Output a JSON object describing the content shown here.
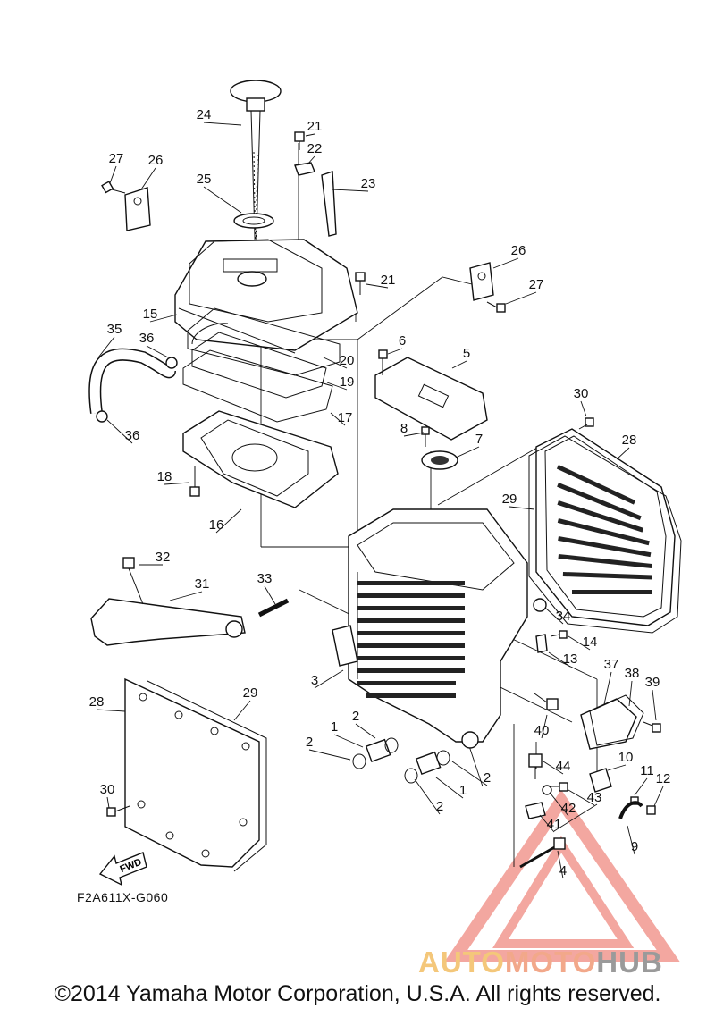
{
  "diagram": {
    "code": "F2A611X-G060",
    "copyright": "©2014 Yamaha Motor Corporation, U.S.A. All rights reserved.",
    "fwd_label": "FWD",
    "watermark": {
      "part1": "AUTO",
      "part2": "MOTO",
      "part3": "HUB"
    },
    "callouts": [
      "24",
      "21",
      "22",
      "23",
      "27",
      "26",
      "25",
      "21",
      "26",
      "27",
      "15",
      "35",
      "36",
      "20",
      "19",
      "17",
      "36",
      "6",
      "5",
      "8",
      "7",
      "18",
      "16",
      "30",
      "28",
      "29",
      "32",
      "31",
      "33",
      "34",
      "14",
      "13",
      "3",
      "37",
      "38",
      "39",
      "28",
      "29",
      "2",
      "1",
      "2",
      "40",
      "10",
      "44",
      "1",
      "2",
      "43",
      "11",
      "12",
      "42",
      "30",
      "2",
      "41",
      "9",
      "4"
    ]
  }
}
